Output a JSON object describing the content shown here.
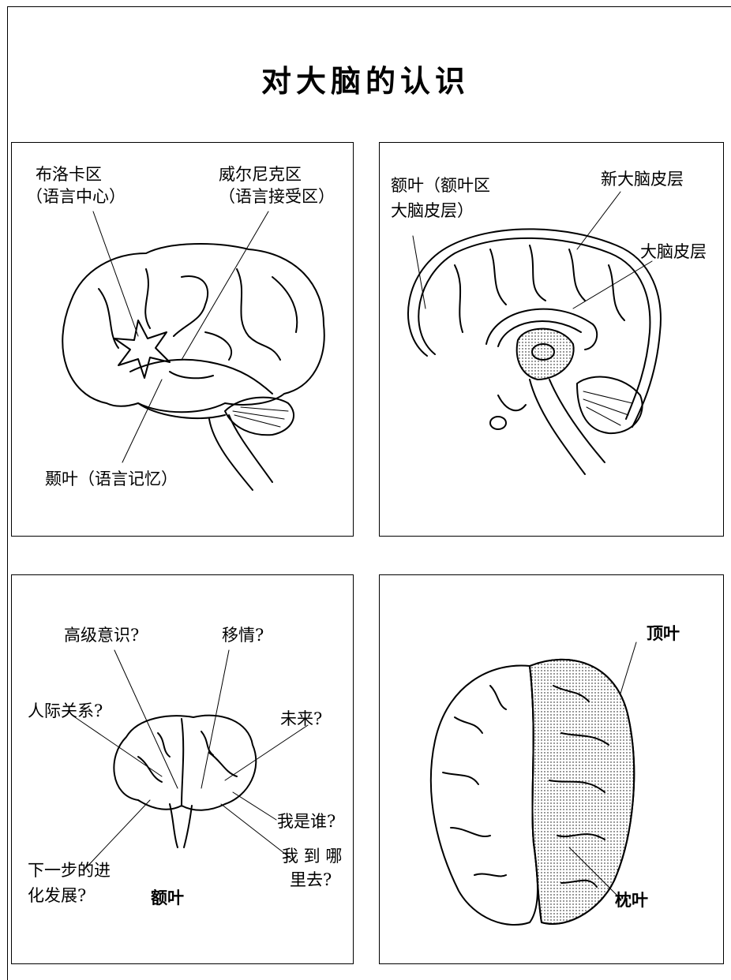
{
  "title": "对大脑的认识",
  "panel1": {
    "broca_line1": "布洛卡区",
    "broca_line2": "（语言中心）",
    "wernicke_line1": "威尔尼克区",
    "wernicke_line2": "（语言接受区）",
    "temporal": "颞叶（语言记忆）"
  },
  "panel2": {
    "frontal_line1": "额叶（额叶区",
    "frontal_line2": "大脑皮层）",
    "neocortex": "新大脑皮层",
    "cortex": "大脑皮层"
  },
  "panel3": {
    "higher": "高级意识?",
    "empathy": "移情?",
    "relations": "人际关系?",
    "future": "未来?",
    "whoami": "我是谁?",
    "where_line1": "我 到 哪",
    "where_line2": "里去?",
    "evolution_line1": "下一步的进",
    "evolution_line2": "化发展?",
    "frontal": "额叶"
  },
  "panel4": {
    "parietal": "顶叶",
    "occipital": "枕叶"
  }
}
